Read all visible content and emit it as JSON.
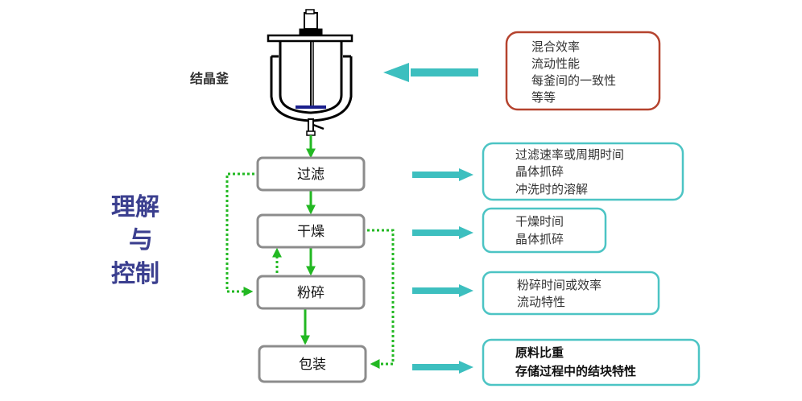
{
  "vessel": {
    "label": "结晶釜",
    "notes": [
      "混合效率",
      "流动性能",
      "每釜间的一致性",
      "等等"
    ],
    "note_border_color": "#b5432e"
  },
  "side_title": [
    "理解",
    "与",
    "控制"
  ],
  "steps": [
    {
      "label": "过滤",
      "notes": [
        "过滤速率或周期时间",
        "晶体抓碎",
        "冲洗时的溶解"
      ]
    },
    {
      "label": "干燥",
      "notes": [
        "干燥时间",
        "晶体抓碎"
      ]
    },
    {
      "label": "粉碎",
      "notes": [
        "粉碎时间或效率",
        "流动特性"
      ]
    },
    {
      "label": "包装",
      "notes": [
        "原料比重",
        "存储过程中的结块特性"
      ]
    }
  ],
  "colors": {
    "flow_arrow": "#22b822",
    "feedback_line": "#22b822",
    "info_arrow": "#3dbfbf",
    "step_border": "#8c8c8c",
    "note_border": "#4cc4c4",
    "side_title": "#3b3f8f"
  }
}
